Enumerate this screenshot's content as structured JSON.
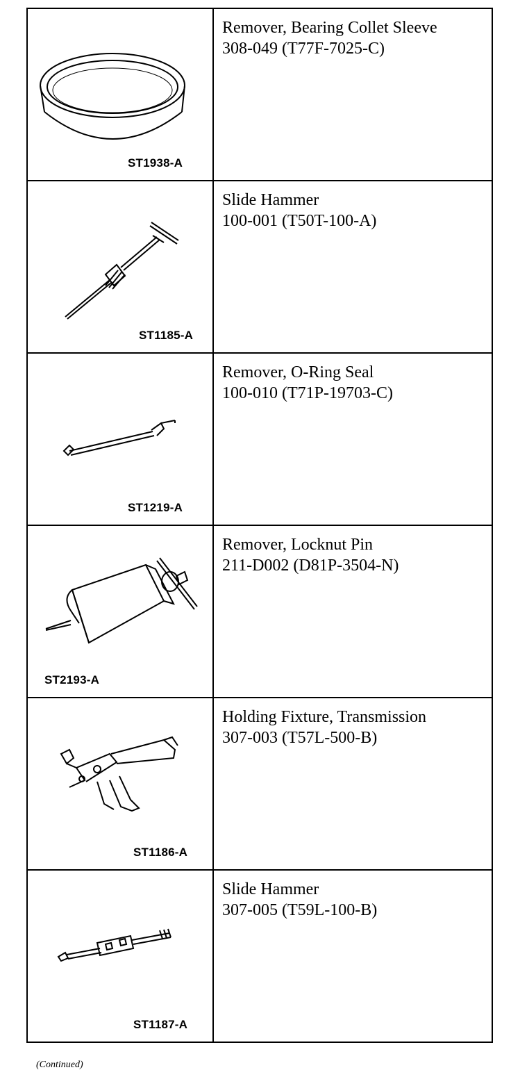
{
  "tools": [
    {
      "name": "Remover, Bearing Collet Sleeve",
      "number": "308-049 (T77F-7025-C)",
      "code": "ST1938-A",
      "icon": "collet-sleeve-icon"
    },
    {
      "name": "Slide Hammer",
      "number": "100-001 (T50T-100-A)",
      "code": "ST1185-A",
      "icon": "slide-hammer-icon"
    },
    {
      "name": "Remover, O-Ring Seal",
      "number": "100-010 (T71P-19703-C)",
      "code": "ST1219-A",
      "icon": "o-ring-remover-icon"
    },
    {
      "name": "Remover, Locknut Pin",
      "number": "211-D002 (D81P-3504-N)",
      "code": "ST2193-A",
      "icon": "locknut-pin-remover-icon"
    },
    {
      "name": "Holding Fixture, Transmission",
      "number": "307-003 (T57L-500-B)",
      "code": "ST1186-A",
      "icon": "holding-fixture-icon"
    },
    {
      "name": "Slide Hammer",
      "number": "307-005 (T59L-100-B)",
      "code": "ST1187-A",
      "icon": "slide-hammer-small-icon"
    }
  ],
  "footer": "(Continued)"
}
